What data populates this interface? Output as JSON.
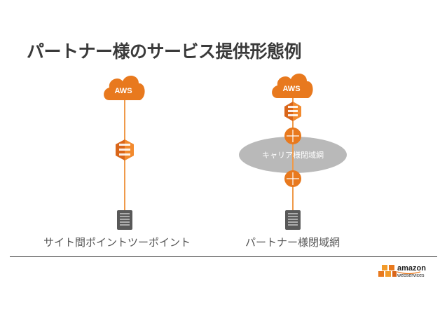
{
  "title": "パートナー様のサービス提供形態例",
  "left_diagram": {
    "cloud_label": "AWS",
    "caption": "サイト間ポイントツーポイント"
  },
  "right_diagram": {
    "cloud_label": "AWS",
    "network_label": "キャリア様閉域網",
    "caption": "パートナー様閉域網"
  },
  "logo": {
    "word": "amazon",
    "sub": "webservices"
  },
  "colors": {
    "aws_orange": "#e8791e",
    "line_orange": "#ef9a4a",
    "carrier_cloud": "#b9b9b9",
    "server_gray": "#595959"
  }
}
